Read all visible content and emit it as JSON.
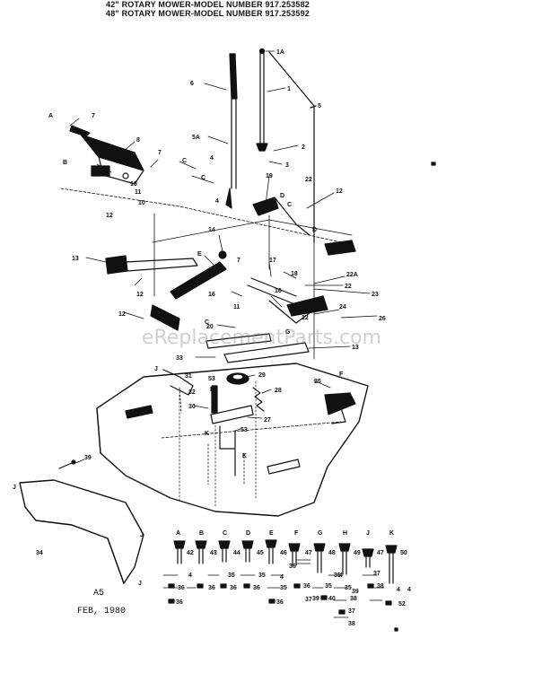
{
  "header": {
    "line1": "42\" ROTARY MOWER-MODEL NUMBER 917.253582",
    "line2": "48\" ROTARY MOWER-MODEL NUMBER 917.253592"
  },
  "watermark": "eReplacementParts.com",
  "footer": {
    "code": "A5",
    "date": "FEB, 1980"
  },
  "callouts": [
    {
      "id": "c-1a",
      "text": "1A"
    },
    {
      "id": "c-1",
      "text": "1"
    },
    {
      "id": "c-5",
      "text": "5"
    },
    {
      "id": "c-6",
      "text": "6"
    },
    {
      "id": "c-5a",
      "text": "5A"
    },
    {
      "id": "c-2",
      "text": "2"
    },
    {
      "id": "c-3",
      "text": "3"
    },
    {
      "id": "c-a1",
      "text": "A"
    },
    {
      "id": "c-7a",
      "text": "7"
    },
    {
      "id": "c-8",
      "text": "8"
    },
    {
      "id": "c-7b",
      "text": "7"
    },
    {
      "id": "c-b1",
      "text": "B"
    },
    {
      "id": "c-6b",
      "text": "6"
    },
    {
      "id": "c-10a",
      "text": "10"
    },
    {
      "id": "c-11",
      "text": "11"
    },
    {
      "id": "c-10b",
      "text": "10"
    },
    {
      "id": "c-12a",
      "text": "12"
    },
    {
      "id": "c-c1",
      "text": "C"
    },
    {
      "id": "c-4a",
      "text": "4"
    },
    {
      "id": "c-c2",
      "text": "C"
    },
    {
      "id": "c-4b",
      "text": "4"
    },
    {
      "id": "c-19",
      "text": "19"
    },
    {
      "id": "c-d1",
      "text": "D"
    },
    {
      "id": "c-22a",
      "text": "22"
    },
    {
      "id": "c-12b",
      "text": "12"
    },
    {
      "id": "c-c3",
      "text": "C"
    },
    {
      "id": "c-d2",
      "text": "D"
    },
    {
      "id": "c-14",
      "text": "14"
    },
    {
      "id": "c-13",
      "text": "13"
    },
    {
      "id": "c-e1",
      "text": "E"
    },
    {
      "id": "c-7c",
      "text": "7"
    },
    {
      "id": "c-12c",
      "text": "12"
    },
    {
      "id": "c-17",
      "text": "17"
    },
    {
      "id": "c-18",
      "text": "18"
    },
    {
      "id": "c-22A",
      "text": "22A"
    },
    {
      "id": "c-22b",
      "text": "22"
    },
    {
      "id": "c-23",
      "text": "23"
    },
    {
      "id": "c-16a",
      "text": "16"
    },
    {
      "id": "c-16b",
      "text": "16"
    },
    {
      "id": "c-11b",
      "text": "11"
    },
    {
      "id": "c-12d",
      "text": "12"
    },
    {
      "id": "c-24",
      "text": "24"
    },
    {
      "id": "c-26",
      "text": "26"
    },
    {
      "id": "c-12e",
      "text": "12"
    },
    {
      "id": "c-c4",
      "text": "C"
    },
    {
      "id": "c-20",
      "text": "20"
    },
    {
      "id": "c-g1",
      "text": "G"
    },
    {
      "id": "c-13b",
      "text": "13"
    },
    {
      "id": "c-33",
      "text": "33"
    },
    {
      "id": "c-29",
      "text": "29"
    },
    {
      "id": "c-j1",
      "text": "J"
    },
    {
      "id": "c-31",
      "text": "31"
    },
    {
      "id": "c-32",
      "text": "32"
    },
    {
      "id": "c-53a",
      "text": "53"
    },
    {
      "id": "c-h1",
      "text": "H"
    },
    {
      "id": "c-28",
      "text": "28"
    },
    {
      "id": "c-25",
      "text": "25"
    },
    {
      "id": "c-f1",
      "text": "F"
    },
    {
      "id": "c-30",
      "text": "30"
    },
    {
      "id": "c-27",
      "text": "27"
    },
    {
      "id": "c-k1",
      "text": "K"
    },
    {
      "id": "c-53b",
      "text": "53"
    },
    {
      "id": "c-k2",
      "text": "K"
    },
    {
      "id": "c-39",
      "text": "39"
    },
    {
      "id": "c-j2",
      "text": "J"
    },
    {
      "id": "c-j3",
      "text": "J"
    },
    {
      "id": "c-34",
      "text": "34"
    },
    {
      "id": "c-j4",
      "text": "J"
    }
  ],
  "legend": {
    "columns": [
      {
        "letter": "A",
        "part": "42"
      },
      {
        "letter": "B",
        "part": "43"
      },
      {
        "letter": "C",
        "part": "44"
      },
      {
        "letter": "D",
        "part": "45"
      },
      {
        "letter": "E",
        "part": "46"
      },
      {
        "letter": "F",
        "part": "47"
      },
      {
        "letter": "G",
        "part": "48"
      },
      {
        "letter": "H",
        "part": "49"
      },
      {
        "letter": "J",
        "part": "47"
      },
      {
        "letter": "K",
        "part": "50"
      }
    ],
    "parts": [
      {
        "id": "lg-4a",
        "text": "4"
      },
      {
        "id": "lg-36a",
        "text": "36"
      },
      {
        "id": "lg-35a",
        "text": "35"
      },
      {
        "id": "lg-36b",
        "text": "36"
      },
      {
        "id": "lg-36c",
        "text": "36"
      },
      {
        "id": "lg-36d",
        "text": "36"
      },
      {
        "id": "lg-36e",
        "text": "36"
      },
      {
        "id": "lg-35b",
        "text": "35"
      },
      {
        "id": "lg-35c",
        "text": "35"
      },
      {
        "id": "lg-4b",
        "text": "4"
      },
      {
        "id": "lg-36f",
        "text": "36"
      },
      {
        "id": "lg-36g",
        "text": "36"
      },
      {
        "id": "lg-35d",
        "text": "35"
      },
      {
        "id": "lg-4c",
        "text": "4"
      },
      {
        "id": "lg-35e",
        "text": "35"
      },
      {
        "id": "lg-36h",
        "text": "36"
      },
      {
        "id": "lg-4d",
        "text": "4"
      },
      {
        "id": "lg-37a",
        "text": "37"
      },
      {
        "id": "lg-38a",
        "text": "38"
      },
      {
        "id": "lg-35f",
        "text": "35"
      },
      {
        "id": "lg-40",
        "text": "40"
      },
      {
        "id": "lg-38b",
        "text": "38"
      },
      {
        "id": "lg-39a",
        "text": "39"
      },
      {
        "id": "lg-37b",
        "text": "37"
      },
      {
        "id": "lg-38c",
        "text": "38"
      },
      {
        "id": "lg-37c",
        "text": "37"
      },
      {
        "id": "lg-39b",
        "text": "39"
      },
      {
        "id": "lg-4e",
        "text": "4"
      },
      {
        "id": "lg-52",
        "text": "52"
      }
    ]
  }
}
